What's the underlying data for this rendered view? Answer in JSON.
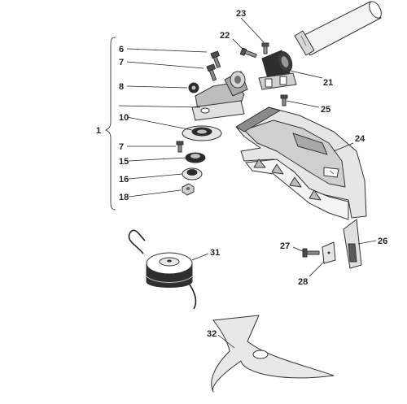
{
  "diagram": {
    "callouts": {
      "c1": "1",
      "c6": "6",
      "c7a": "7",
      "c8": "8",
      "c10": "10",
      "c7b": "7",
      "c15": "15",
      "c16": "16",
      "c18": "18",
      "c21": "21",
      "c22": "22",
      "c23": "23",
      "c24": "24",
      "c25": "25",
      "c26": "26",
      "c27": "27",
      "c28": "28",
      "c31": "31",
      "c32": "32"
    },
    "colors": {
      "line": "#333333",
      "part_light": "#e6e6e6",
      "part_mid": "#bdbdbd",
      "part_dark": "#8a8a8a",
      "part_black": "#2a2a2a"
    }
  }
}
